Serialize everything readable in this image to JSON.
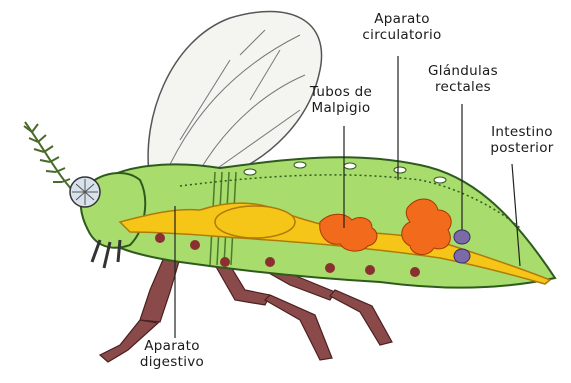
{
  "labels": {
    "aparato_circulatorio": [
      "Aparato",
      "circulatorio"
    ],
    "glandulas_rectales": [
      "Glándulas",
      "rectales"
    ],
    "tubos_malpigio": [
      "Tubos de",
      "Malpigio"
    ],
    "intestino_posterior": [
      "Intestino",
      "posterior"
    ],
    "aparato_digestivo": [
      "Aparato",
      "digestivo"
    ]
  },
  "colors": {
    "body": "#a8dc6c",
    "body_outline": "#2e5a1e",
    "gut": "#f5c518",
    "malpighian": "#f26a1b",
    "legs": "#8b4a4a",
    "wing": "#f4f4f0",
    "gland": "#7a6aa8"
  }
}
